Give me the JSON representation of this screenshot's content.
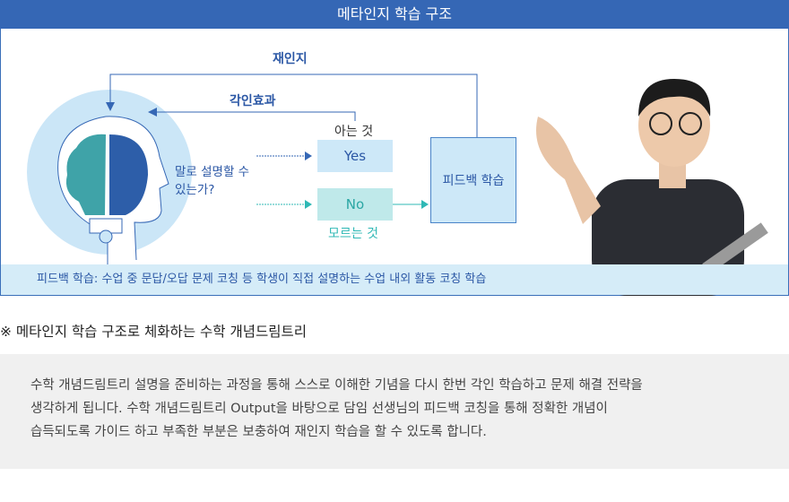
{
  "header": {
    "title": "메타인지 학습 구조"
  },
  "diagram": {
    "recognition_label": "재인지",
    "imprint_label": "각인효과",
    "question": [
      "말로 설명할 수",
      "있는가?"
    ],
    "known_label": "아는 것",
    "unknown_label": "모르는 것",
    "yes": "Yes",
    "no": "No",
    "feedback": "피드백 학습",
    "footnote": "피드백 학습: 수업  중 문답/오답 문제 코칭 등 학생이 직접 설명하는 수업 내외 활동 코칭 학습"
  },
  "section": {
    "title": "※ 메타인지 학습 구조로 체화하는 수학 개념드림트리",
    "lines": [
      "수학 개념드림트리 설명을 준비하는 과정을 통해 스스로 이해한 기념을 다시 한번 각인 학습하고 문제 해결 전략을",
      "생각하게 됩니다. 수학 개념드림트리 Output을 바탕으로 담임 선생님의 피드백 코칭을 통해 정확한 개념이",
      "습득되도록 가이드 하고 부족한 부분은 보충하여 재인지 학습을 할 수 있도록 합니다."
    ]
  },
  "colors": {
    "blue": "#3567b5",
    "teal": "#2fb8b5",
    "light": "#d5ecf8"
  }
}
